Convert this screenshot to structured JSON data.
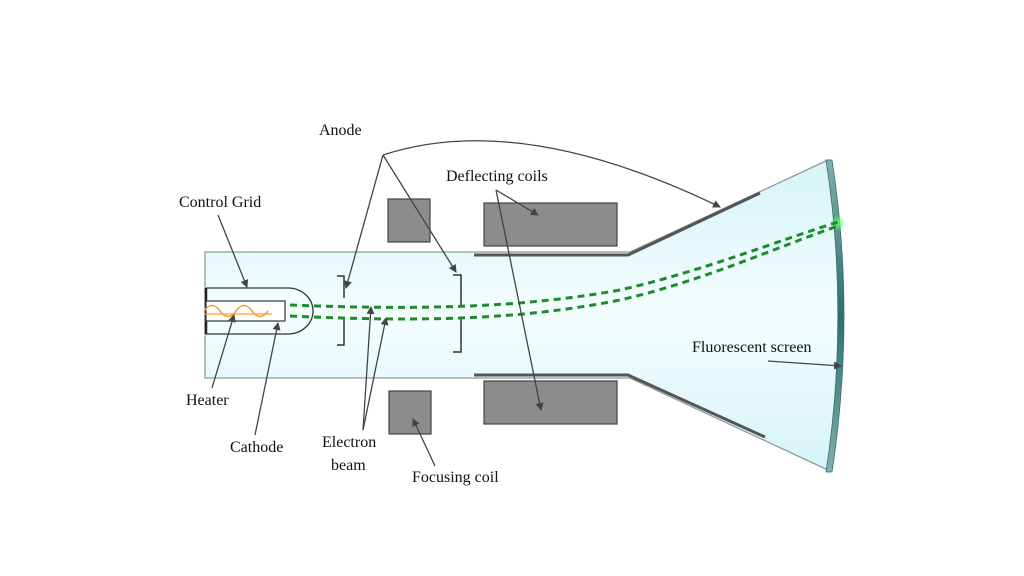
{
  "title": "Cathode Ray Tube",
  "labels": {
    "anode": "Anode",
    "deflecting_coils": "Deflecting coils",
    "control_grid": "Control Grid",
    "heater": "Heater",
    "cathode": "Cathode",
    "electron_beam_line1": "Electron",
    "electron_beam_line2": "beam",
    "focusing_coil": "Focusing coil",
    "fluorescent_screen": "Fluorescent screen"
  },
  "colors": {
    "tube_fill": "#e0f7f9",
    "coil_fill": "#8c8c8c",
    "beam": "#1f8a2e",
    "heater_wire": "#f0a040",
    "screen": "#4f8f8f"
  }
}
